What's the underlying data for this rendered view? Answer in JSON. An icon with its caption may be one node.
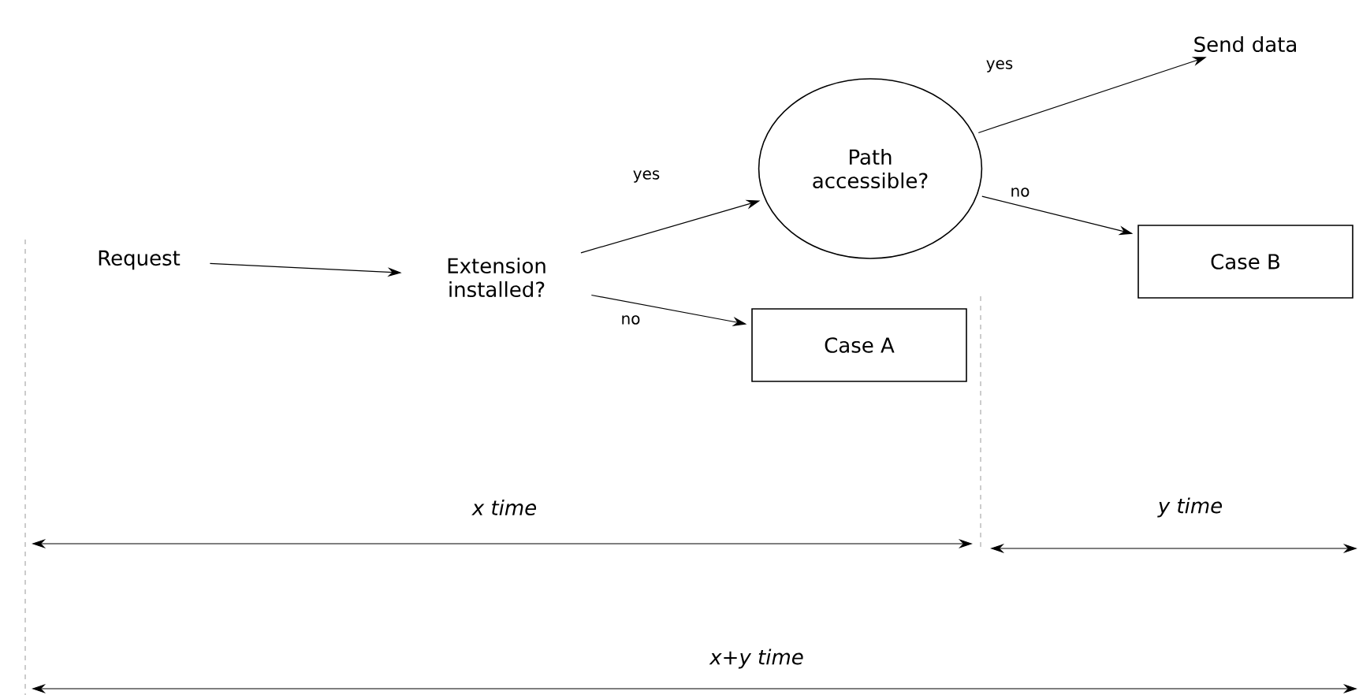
{
  "diagram": {
    "nodes": [
      {
        "text": [
          "Request"
        ]
      },
      {
        "text": [
          "Extension installed?"
        ]
      },
      {
        "text": [
          "Path accessible?"
        ]
      },
      {
        "text": [
          "Case A"
        ]
      },
      {
        "text": [
          "Send data"
        ]
      },
      {
        "text": [
          "Case B"
        ]
      }
    ],
    "edges": [
      {
        "from": 0,
        "to": 1,
        "arrow": "to"
      },
      {
        "from": 1,
        "to": 2,
        "arrow": "to",
        "label": "yes"
      },
      {
        "from": 1,
        "to": 3,
        "arrow": "to",
        "label": "no"
      },
      {
        "from": 2,
        "to": 4,
        "arrow": "to",
        "label": "yes"
      },
      {
        "from": 2,
        "to": 5,
        "arrow": "to",
        "label": "no"
      }
    ],
    "labels": [
      "x time",
      "y time",
      "x+y time"
    ]
  }
}
